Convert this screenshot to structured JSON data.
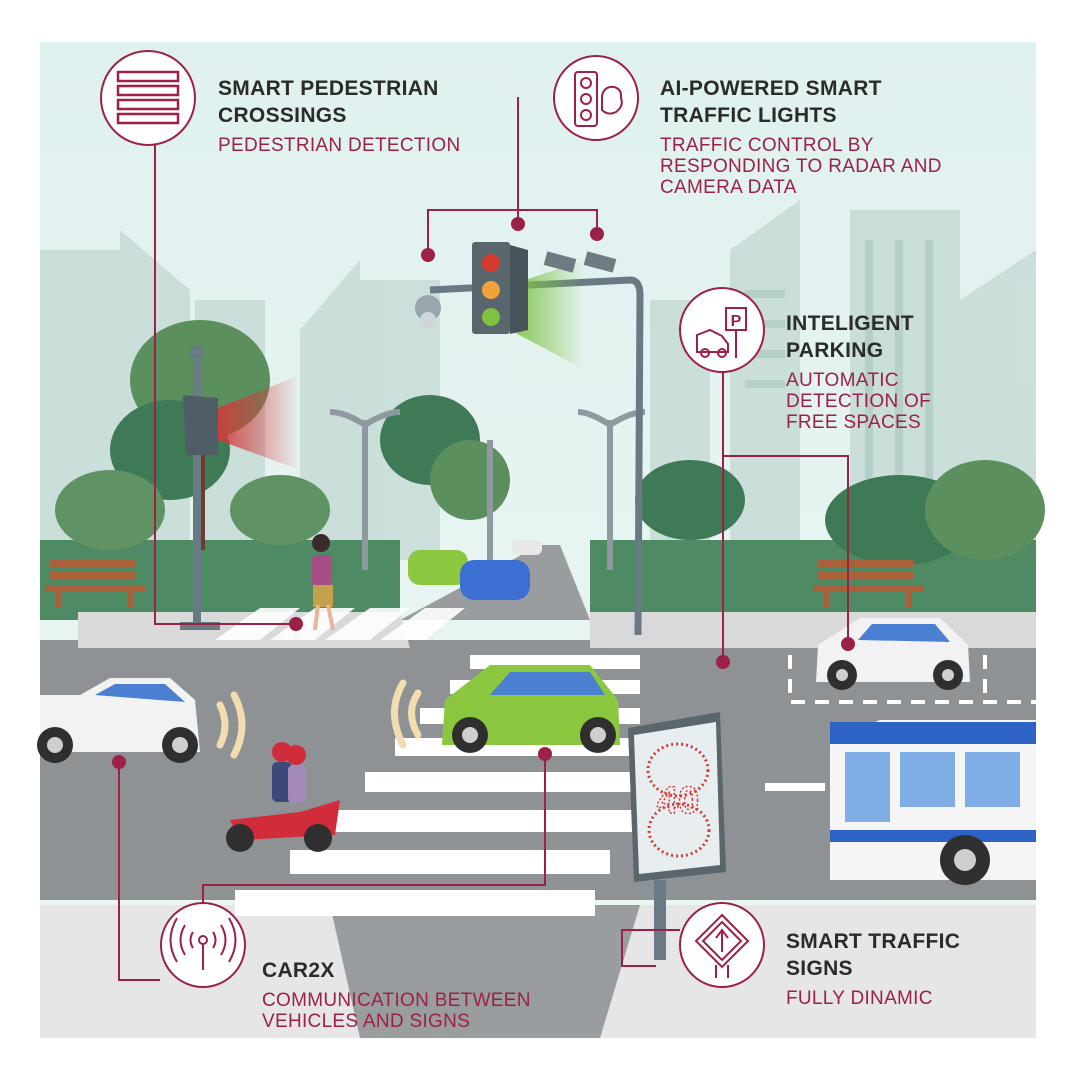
{
  "features": {
    "pedestrian": {
      "title_line1": "SMART PEDESTRIAN",
      "title_line2": "CROSSINGS",
      "sub_line1": "PEDESTRIAN DETECTION",
      "icon": "crosswalk-stripes-icon"
    },
    "lights": {
      "title_line1": "AI-POWERED SMART",
      "title_line2": "TRAFFIC LIGHTS",
      "sub_line1": "TRAFFIC CONTROL BY",
      "sub_line2": "RESPONDING TO RADAR AND",
      "sub_line3": "CAMERA DATA",
      "icon": "traffic-light-brain-icon"
    },
    "parking": {
      "title_line1": "INTELIGENT",
      "title_line2": "PARKING",
      "sub_line1": "AUTOMATIC",
      "sub_line2": "DETECTION OF",
      "sub_line3": "FREE SPACES",
      "icon": "car-parking-sign-icon"
    },
    "car2x": {
      "title_line1": "CAR2X",
      "sub_line1": "COMMUNICATION BETWEEN",
      "sub_line2": "VEHICLES AND SIGNS",
      "icon": "antenna-signal-icon"
    },
    "signs": {
      "title_line1": "SMART TRAFFIC",
      "title_line2": "SIGNS",
      "sub_line1": "FULLY DINAMIC",
      "icon": "road-sign-arrow-icon"
    }
  },
  "speed_sign": {
    "value": "40"
  },
  "colors": {
    "accent": "#9b2146",
    "title": "#2b2b2b",
    "road": "#8f9294",
    "green_light": "#7fc241",
    "radar_red": "#d23a3a"
  }
}
